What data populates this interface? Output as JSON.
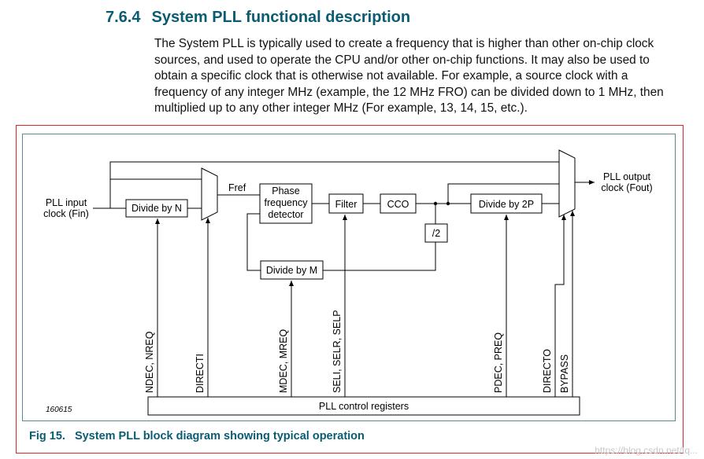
{
  "section": {
    "number": "7.6.4",
    "title": "System PLL functional description"
  },
  "paragraph": "The System PLL is typically used to create a frequency that is higher than other on-chip clock sources, and used to operate the CPU and/or other on-chip functions. It may also be used to obtain a specific clock that is otherwise not available. For example, a source clock with a frequency of any integer MHz (example, the 12 MHz FRO) can be divided down to 1 MHz, then multiplied up to any other integer MHz (For example, 13, 14, 15, etc.).",
  "diagram": {
    "input_label_1": "PLL input",
    "input_label_2": "clock (Fin)",
    "output_label_1": "PLL output",
    "output_label_2": "clock (Fout)",
    "fref_label": "Fref",
    "blocks": {
      "divide_n": "Divide by N",
      "pfd_1": "Phase",
      "pfd_2": "frequency",
      "pfd_3": "detector",
      "filter": "Filter",
      "cco": "CCO",
      "div2": "/2",
      "divide_2p": "Divide by 2P",
      "divide_m": "Divide by M",
      "registers": "PLL control registers"
    },
    "signals": {
      "ndec": "NDEC, NREQ",
      "directi": "DIRECTI",
      "mdec": "MDEC, MREQ",
      "sel": "SELI, SELR, SELP",
      "pdec": "PDEC, PREQ",
      "directo": "DIRECTO",
      "bypass": "BYPASS"
    },
    "figure_id": "160615"
  },
  "caption": {
    "number": "Fig 15.",
    "text": "System PLL block diagram showing typical operation"
  },
  "watermark": "https://blog.csdn.net/tq..."
}
